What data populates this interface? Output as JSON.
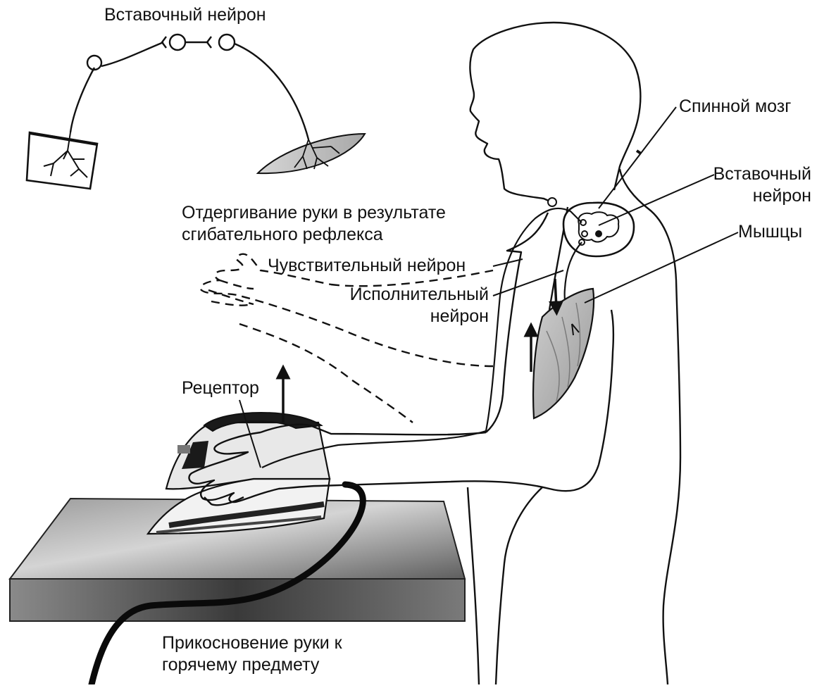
{
  "labels": {
    "interneuron_top": "Вставочный нейрон",
    "spinal_cord": "Спинной мозг",
    "interneuron_right": [
      "Вставочный",
      "нейрон"
    ],
    "muscles": "Мышцы",
    "withdrawal": [
      "Отдергивание руки в результате",
      "сгибательного рефлекса"
    ],
    "sensory_neuron": "Чувствительный нейрон",
    "motor_neuron": [
      "Исполнительный",
      "нейрон"
    ],
    "receptor": "Рецептор",
    "touch": [
      "Прикосновение руки к",
      "горячему предмету"
    ]
  },
  "colors": {
    "ink": "#111111",
    "paper": "#ffffff",
    "muscle_fill": "#bdbdbd",
    "table_top_light": "#d8d8d8",
    "table_top_dark": "#6e6e6e",
    "iron_dark": "#1a1a1a",
    "cord": "#0a0a0a"
  },
  "icons": {
    "arrow_up": "arrow-up-icon",
    "arrow_down": "arrow-down-icon"
  }
}
